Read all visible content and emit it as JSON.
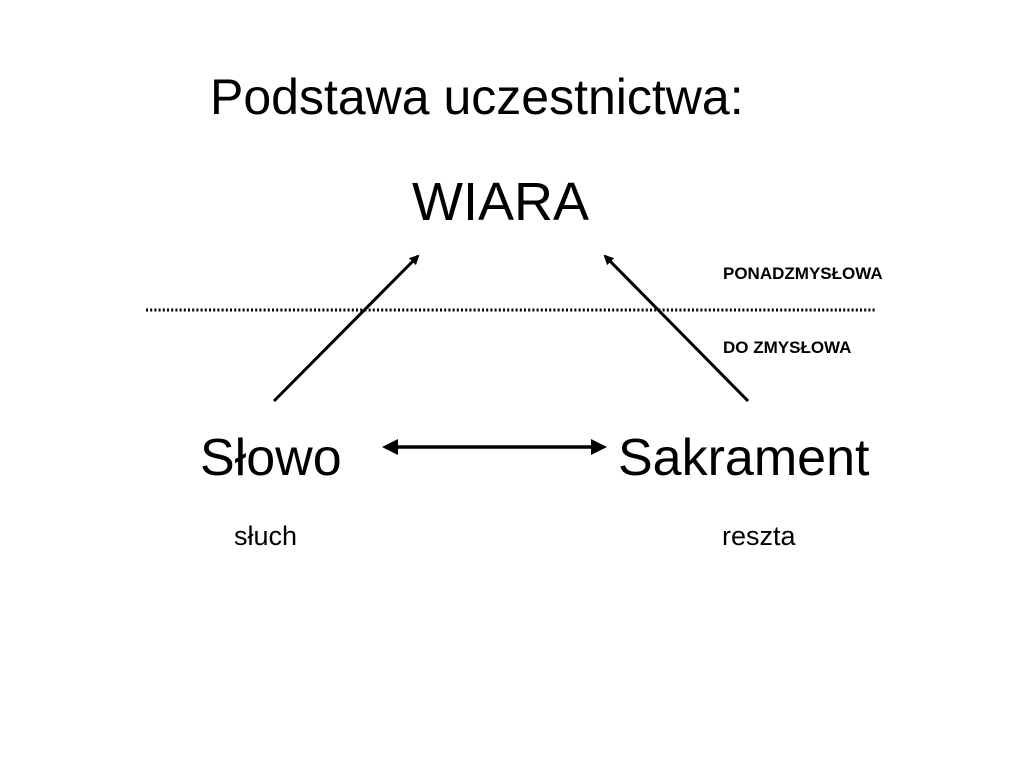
{
  "slide": {
    "title": "Podstawa uczestnictwa:",
    "center_node": "WIARA",
    "upper_region_label": "PONADZMYSŁOWA",
    "lower_region_label": "DO ZMYSŁOWA",
    "left_node": "Słowo",
    "left_node_sub": "słuch",
    "right_node": "Sakrament",
    "right_node_sub": "reszta"
  },
  "colors": {
    "ink": "#000000",
    "background": "#ffffff"
  }
}
